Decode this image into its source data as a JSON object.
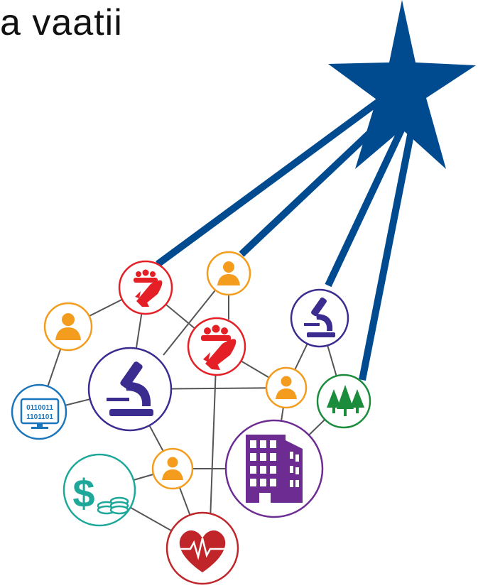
{
  "title": "a vaatii",
  "colors": {
    "star": "#004a8f",
    "person": "#f39c1e",
    "startup": "#e41f26",
    "science": "#3b2c8f",
    "data": "#1a75bb",
    "money": "#1ea89a",
    "health": "#c0252a",
    "forest": "#1a8c3c",
    "building": "#6c2c91",
    "link": "#555555"
  },
  "nodes": [
    {
      "id": "rocket-small",
      "kind": "startup",
      "icon": "rocket-team-icon"
    },
    {
      "id": "person-top",
      "kind": "person",
      "icon": "person-icon"
    },
    {
      "id": "person-left",
      "kind": "person",
      "icon": "person-icon"
    },
    {
      "id": "microscope-small",
      "kind": "science",
      "icon": "microscope-icon"
    },
    {
      "id": "rocket-center",
      "kind": "startup",
      "icon": "rocket-team-icon"
    },
    {
      "id": "microscope-large",
      "kind": "science",
      "icon": "microscope-icon"
    },
    {
      "id": "person-mid-right",
      "kind": "person",
      "icon": "person-icon"
    },
    {
      "id": "forest",
      "kind": "forest",
      "icon": "tree-icon"
    },
    {
      "id": "data",
      "kind": "data",
      "icon": "computer-icon",
      "line1": "0110011",
      "line2": "1101101"
    },
    {
      "id": "building",
      "kind": "building",
      "icon": "building-icon"
    },
    {
      "id": "person-bottom",
      "kind": "person",
      "icon": "person-icon"
    },
    {
      "id": "money",
      "kind": "money",
      "icon": "money-icon",
      "glyph": "$"
    },
    {
      "id": "health",
      "kind": "health",
      "icon": "heart-icon"
    }
  ]
}
